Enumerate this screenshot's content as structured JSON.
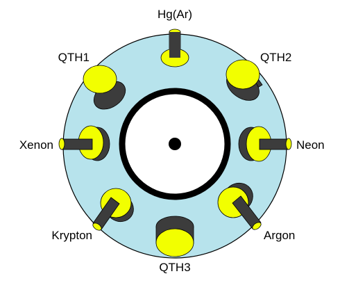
{
  "diagram": {
    "colors": {
      "plate": "#b7e3ec",
      "lamp_face": "#f2ff00",
      "lamp_body": "#3c3c3c",
      "ring": "#000000",
      "center": "#ffffff"
    },
    "lamps": [
      {
        "id": "hg-ar",
        "label": "Hg(Ar)"
      },
      {
        "id": "qth2",
        "label": "QTH2"
      },
      {
        "id": "neon",
        "label": "Neon"
      },
      {
        "id": "argon",
        "label": "Argon"
      },
      {
        "id": "qth3",
        "label": "QTH3"
      },
      {
        "id": "krypton",
        "label": "Krypton"
      },
      {
        "id": "xenon",
        "label": "Xenon"
      },
      {
        "id": "qth1",
        "label": "QTH1"
      }
    ]
  }
}
